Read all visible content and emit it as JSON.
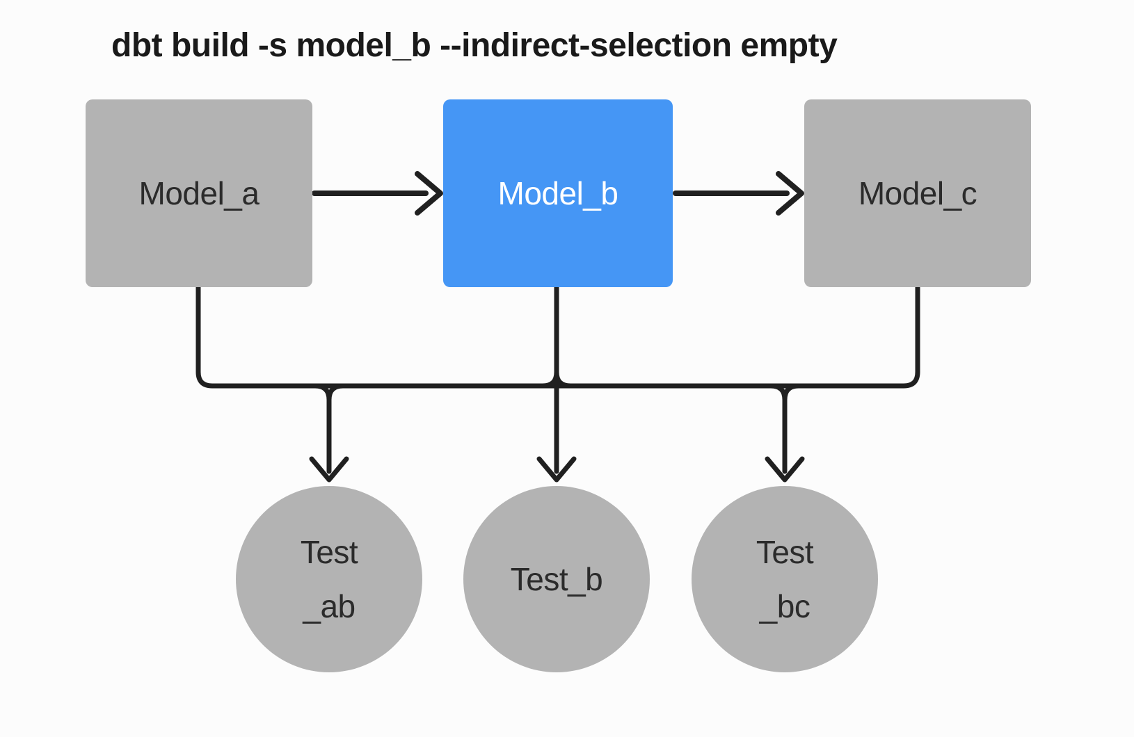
{
  "title": "dbt build -s model_b --indirect-selection empty",
  "colors": {
    "selected": "#4596f5",
    "unselected": "#b3b3b3",
    "line": "#202020"
  },
  "nodes": {
    "model_a": {
      "label": "Model_a",
      "state": "unselected"
    },
    "model_b": {
      "label": "Model_b",
      "state": "selected"
    },
    "model_c": {
      "label": "Model_c",
      "state": "unselected"
    },
    "test_ab": {
      "label_line1": "Test",
      "label_line2": "_ab",
      "state": "unselected"
    },
    "test_b": {
      "label": "Test_b",
      "state": "unselected"
    },
    "test_bc": {
      "label_line1": "Test",
      "label_line2": "_bc",
      "state": "unselected"
    }
  },
  "edges": [
    "model_a -> model_b",
    "model_b -> model_c",
    "model_a -> test_ab",
    "model_b -> test_ab",
    "model_b -> test_b",
    "model_b -> test_bc",
    "model_c -> test_bc"
  ]
}
